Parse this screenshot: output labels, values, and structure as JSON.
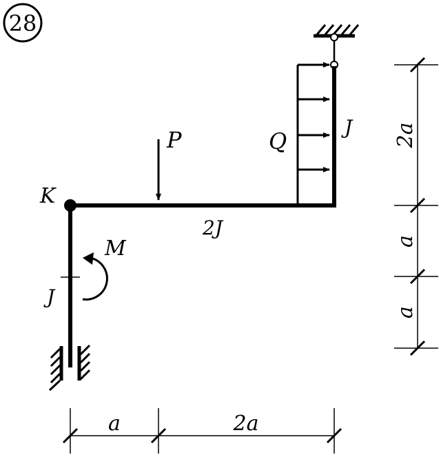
{
  "problem": {
    "number": "28"
  },
  "labels": {
    "node_k": "K",
    "force_p": "P",
    "load_q": "Q",
    "moment_m": "M",
    "stiffness_right": "J",
    "stiffness_beam": "2J",
    "stiffness_left": "J"
  },
  "dimensions": {
    "vertical": [
      "2a",
      "a",
      "a"
    ],
    "horizontal": [
      "a",
      "2a"
    ]
  }
}
